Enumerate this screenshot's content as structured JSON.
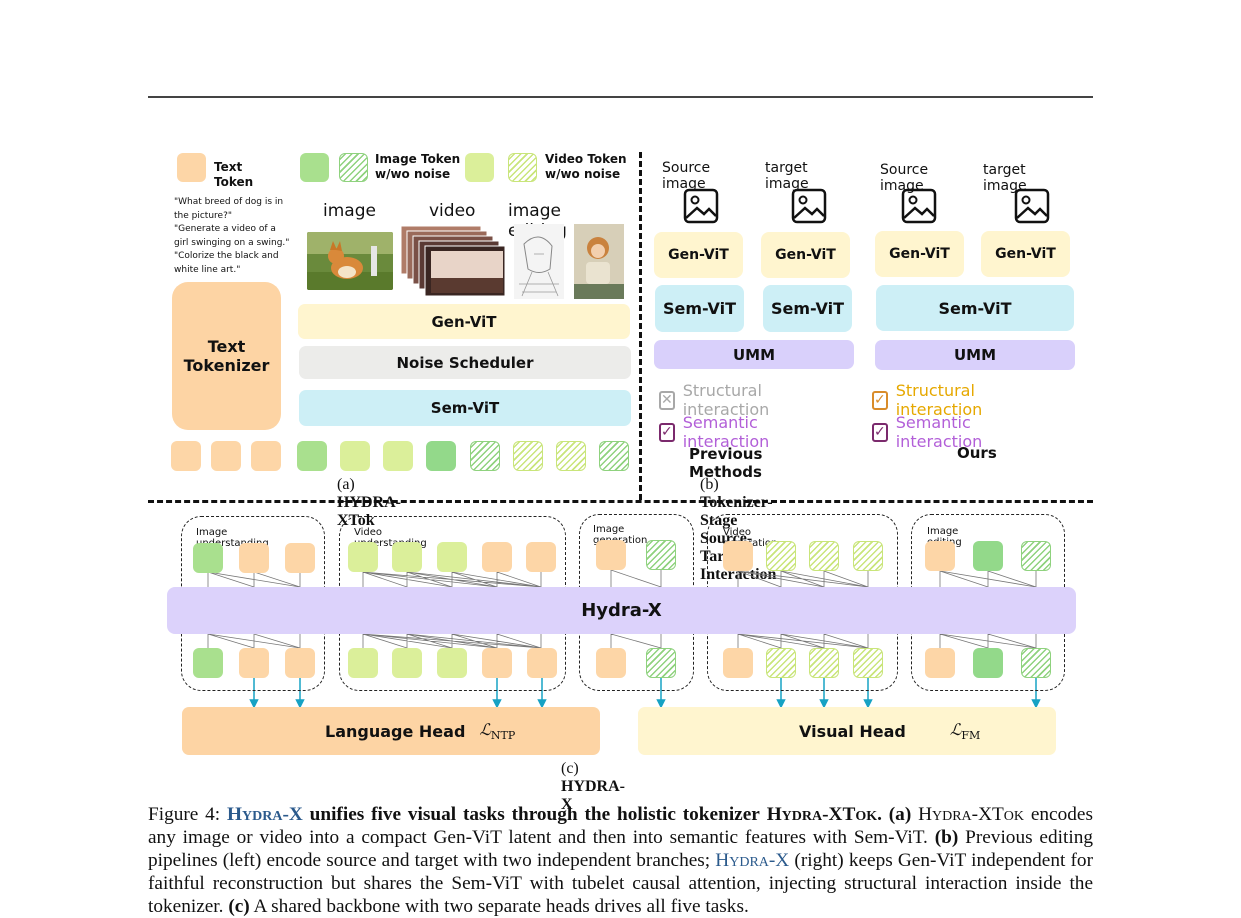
{
  "legend": {
    "text_token": "Text Token",
    "image_token": "Image Token\nw/wo noise",
    "video_token": "Video Token\nw/wo noise"
  },
  "panel_a": {
    "prompts": "\"What breed of dog is in the picture?\"\n\"Generate a video of a girl swinging on a swing.\"\n\"Colorize the black and white line art.\"",
    "media_labels": [
      "image",
      "video",
      "image editing"
    ],
    "text_tokenizer": "Text\nTokenizer",
    "gen_vit": "Gen-ViT",
    "noise_scheduler": "Noise Scheduler",
    "sem_vit": "Sem-ViT",
    "caption_prefix": "(a)",
    "caption_title": "HYDRA-XTok"
  },
  "panel_b": {
    "source_image": "Source image",
    "target_image": "target image",
    "gen_vit": "Gen-ViT",
    "sem_vit": "Sem-ViT",
    "umm": "UMM",
    "structural": "Structural interaction",
    "semantic": "Semantic interaction",
    "previous_methods": "Previous Methods",
    "ours": "Ours",
    "caption_prefix": "(b)",
    "caption_title": "Tokenizer-Stage Source-Target Interaction",
    "colors": {
      "disabled": "#a8a8a8",
      "orange": "#d98c2a",
      "structural_ours": "#e6a800",
      "semantic": "#b25fd8",
      "check_box": "#7b2a6d"
    }
  },
  "panel_c": {
    "groups": [
      "Image understanding",
      "Video understanding",
      "Image generation",
      "Video generation",
      "Image editing"
    ],
    "hydra_x": "Hydra-X",
    "language_head": "Language Head",
    "language_loss": "ℒ",
    "language_loss_sub": "NTP",
    "visual_head": "Visual Head",
    "visual_loss": "ℒ",
    "visual_loss_sub": "FM",
    "caption_prefix": "(c)",
    "caption_title": "HYDRA-X"
  },
  "figure_caption": {
    "label": "Figure 4:",
    "name": "Hydra-X",
    "bold_lead": "unifies five visual tasks through the holistic tokenizer",
    "tok_name": "Hydra-XTok.",
    "a_label": "(a)",
    "a_tok": "Hydra-XTok",
    "a_text": "encodes any image or video into a compact Gen-ViT latent and then into semantic features with Sem-ViT.",
    "b_label": "(b)",
    "b_text1": "Previous editing pipelines (left) encode source and target with two independent branches;",
    "b_name": "Hydra-X",
    "b_text2": "(right) keeps Gen-ViT independent for faithful reconstruction but shares the Sem-ViT with tubelet causal attention, injecting structural interaction inside the tokenizer.",
    "c_label": "(c)",
    "c_text": "A shared backbone with two separate heads drives all five tasks."
  }
}
